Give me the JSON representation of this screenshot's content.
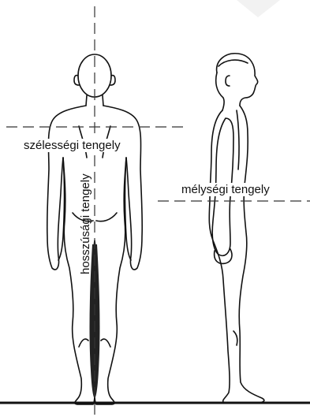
{
  "labels": {
    "width_axis": "szélességi tengely",
    "depth_axis": "mélységi tengely",
    "length_axis": "hosszúsági tengely"
  },
  "colors": {
    "line": "#111111",
    "axis_dash": "#333333",
    "background": "#ffffff"
  }
}
